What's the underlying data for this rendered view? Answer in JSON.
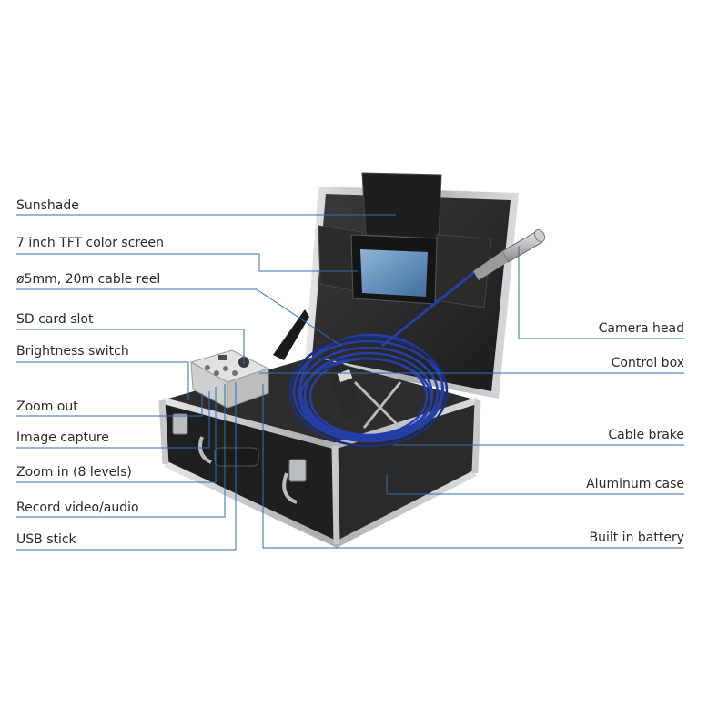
{
  "labels_left": [
    {
      "key": "sunshade",
      "text": "Sunshade"
    },
    {
      "key": "screen",
      "text": "7 inch TFT color screen"
    },
    {
      "key": "cable-reel",
      "text": "ø5mm, 20m cable reel"
    },
    {
      "key": "sd-card-slot",
      "text": "SD card slot"
    },
    {
      "key": "brightness-switch",
      "text": "Brightness switch"
    },
    {
      "key": "zoom-out",
      "text": "Zoom out"
    },
    {
      "key": "image-capture",
      "text": "Image capture"
    },
    {
      "key": "zoom-in",
      "text": "Zoom in (8 levels)"
    },
    {
      "key": "record",
      "text": "Record video/audio"
    },
    {
      "key": "usb-stick",
      "text": "USB stick"
    }
  ],
  "labels_right": [
    {
      "key": "camera-head",
      "text": "Camera head"
    },
    {
      "key": "control-box",
      "text": "Control box"
    },
    {
      "key": "cable-brake",
      "text": "Cable brake"
    },
    {
      "key": "aluminum-case",
      "text": "Aluminum case"
    },
    {
      "key": "built-in-battery",
      "text": "Built in battery"
    }
  ],
  "colors": {
    "leader_line": "#2f6db5",
    "cable": "#2340a8",
    "case_body": "#262626",
    "case_trim": "#bfc3c7"
  }
}
